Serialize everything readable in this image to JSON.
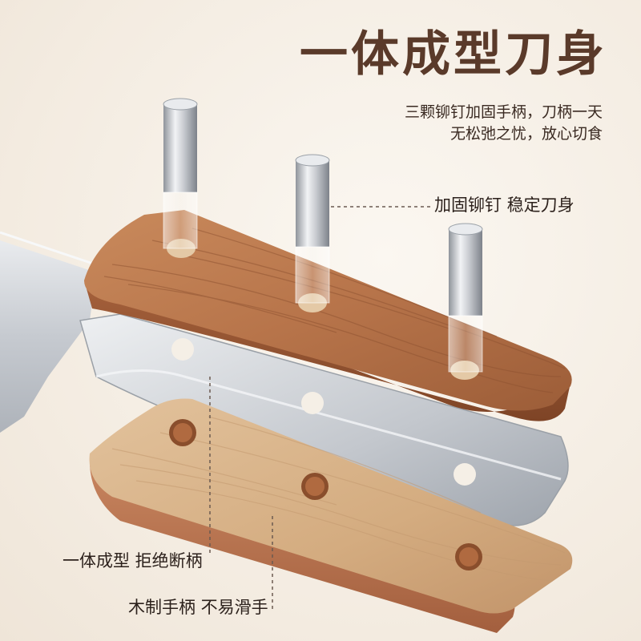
{
  "headline": "一体成型刀身",
  "subtitle_line1": "三颗铆钉加固手柄，刀柄一天",
  "subtitle_line2": "无松弛之忧，放心切食",
  "callouts": {
    "rivets": "加固铆钉 稳定刀身",
    "one_piece": "一体成型 拒绝断柄",
    "wood_handle": "木制手柄 不易滑手"
  },
  "colors": {
    "headline": "#5a3a2a",
    "background": "#f5efe6",
    "wood_dark": "#b7744a",
    "wood_light": "#d9b38a",
    "steel": "#c9ccd1"
  }
}
